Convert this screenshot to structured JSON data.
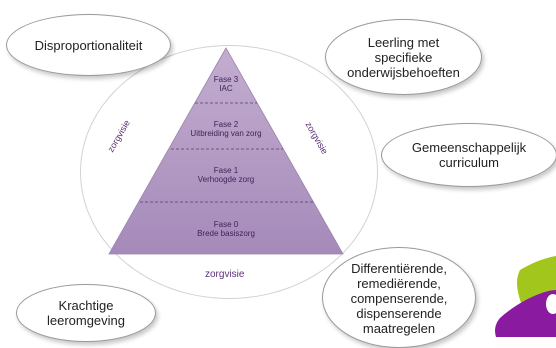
{
  "ovals": {
    "disproportionaliteit": "Disproportionaliteit",
    "leerling": "Leerling met\nspecifieke\nonderwijsbehoeften",
    "curriculum": "Gemeenschappelijk\ncurriculum",
    "differentierend": "Differentiërende,\nremediërende,\ncompenserende,\ndispenserende\nmaatregelen",
    "krachtige": "Krachtige\nleeromgeving"
  },
  "zorgvisie": {
    "left": "zorgvisie",
    "right": "zorgvisie",
    "bottom": "zorgvisie"
  },
  "pyramid": {
    "fase3": {
      "title": "Fase 3",
      "subtitle": "IAC"
    },
    "fase2": {
      "title": "Fase 2",
      "subtitle": "Uitbreiding van zorg"
    },
    "fase1": {
      "title": "Fase 1",
      "subtitle": "Verhoogde zorg"
    },
    "fase0": {
      "title": "Fase 0",
      "subtitle": "Brede basiszorg"
    }
  },
  "colors": {
    "pyramid_top": "#bfa7cd",
    "pyramid_bottom": "#a78bbb",
    "text_purple": "#5b2f79",
    "blob_green": "#a3c61c",
    "blob_purple": "#8a1aa0"
  }
}
